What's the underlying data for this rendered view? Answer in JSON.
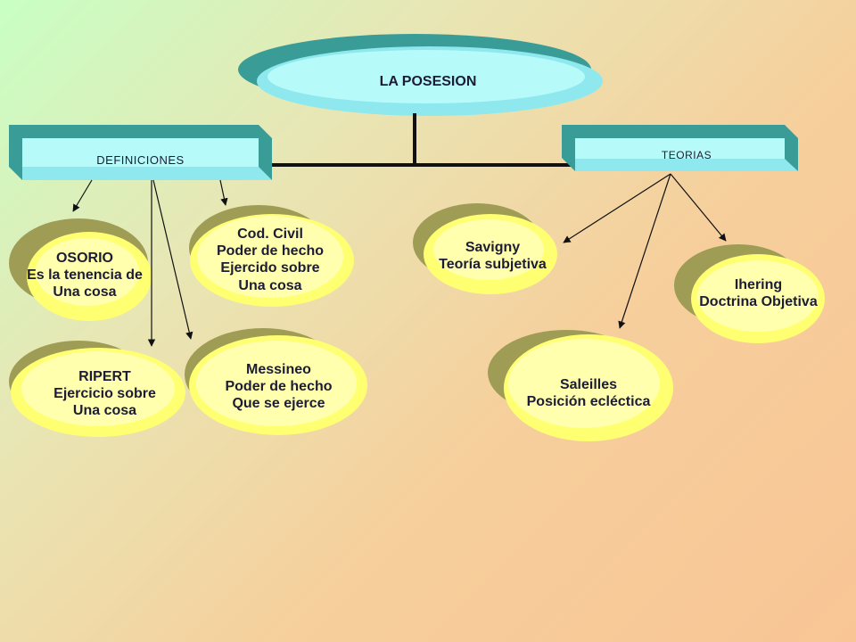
{
  "title": "LA POSESION",
  "definiciones_label": "DEFINICIONES",
  "teorias_label": "TEORIAS",
  "definiciones": [
    {
      "lines": [
        "OSORIO",
        "Es la tenencia de",
        "Una cosa"
      ]
    },
    {
      "lines": [
        "Cod. Civil",
        "Poder de hecho",
        "Ejercido sobre",
        "Una cosa"
      ]
    },
    {
      "lines": [
        "RIPERT",
        "Ejercicio sobre",
        "Una cosa"
      ]
    },
    {
      "lines": [
        "Messineo",
        "Poder de hecho",
        "Que se ejerce"
      ]
    }
  ],
  "teorias": [
    {
      "lines": [
        "Savigny",
        "Teoría subjetiva"
      ]
    },
    {
      "lines": [
        "Ihering",
        "Doctrina Objetiva"
      ]
    },
    {
      "lines": [
        "Saleilles",
        "Posición ecléctica"
      ]
    }
  ],
  "colors": {
    "cyan_light": "#b6fafa",
    "cyan_mid": "#8ee8ee",
    "teal_dark": "#3a9c96",
    "olive_dark": "#9e9c55",
    "yellow": "#ffff72",
    "yellow_light": "#ffffae",
    "line": "#111111"
  }
}
